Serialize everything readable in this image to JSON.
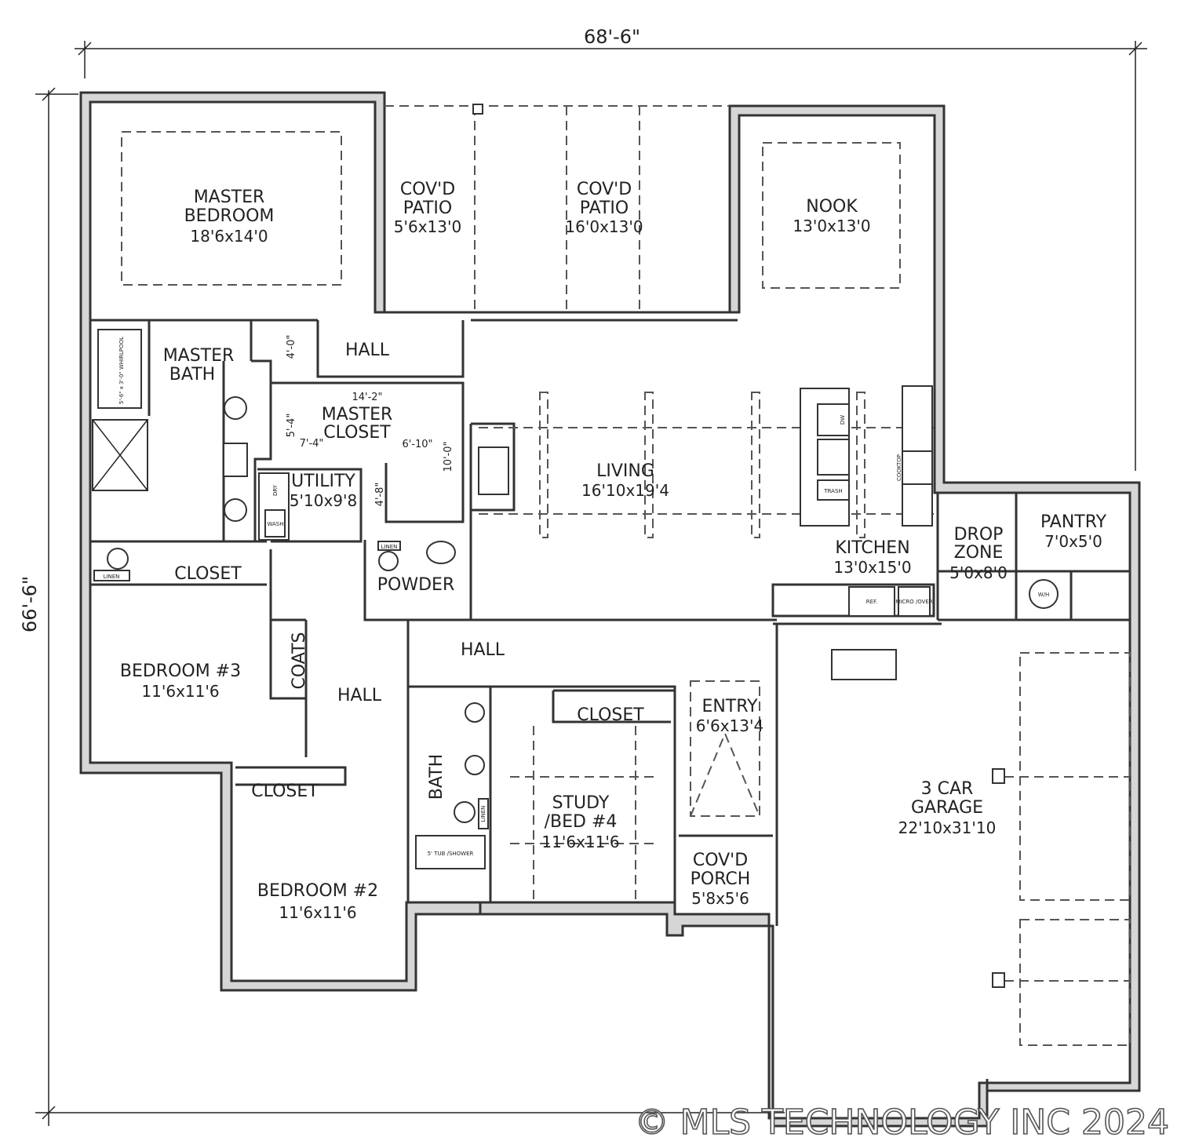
{
  "dimensions": {
    "width": "68'-6\"",
    "depth": "66'-6\""
  },
  "rooms": {
    "master_bedroom": {
      "name_line1": "MASTER",
      "name_line2": "BEDROOM",
      "size": "18'6x14'0"
    },
    "patio_left": {
      "name_line1": "COV'D",
      "name_line2": "PATIO",
      "size": "5'6x13'0"
    },
    "patio_right": {
      "name_line1": "COV'D",
      "name_line2": "PATIO",
      "size": "16'0x13'0"
    },
    "nook": {
      "name": "NOOK",
      "size": "13'0x13'0"
    },
    "hall_top": {
      "name": "HALL"
    },
    "master_bath": {
      "name_line1": "MASTER",
      "name_line2": "BATH"
    },
    "master_closet": {
      "name_line1": "MASTER",
      "name_line2": "CLOSET"
    },
    "utility": {
      "name": "UTILITY",
      "size": "5'10x9'8"
    },
    "living": {
      "name": "LIVING",
      "size": "16'10x19'4"
    },
    "kitchen": {
      "name": "KITCHEN",
      "size": "13'0x15'0"
    },
    "drop_zone": {
      "name_line1": "DROP",
      "name_line2": "ZONE",
      "size": "5'0x8'0"
    },
    "pantry": {
      "name": "PANTRY",
      "size": "7'0x5'0"
    },
    "powder": {
      "name": "POWDER"
    },
    "closet_master_bath": {
      "name": "CLOSET"
    },
    "bedroom3": {
      "name": "BEDROOM #3",
      "size": "11'6x11'6"
    },
    "coats": {
      "name": "COATS"
    },
    "hall_mid": {
      "name": "HALL"
    },
    "hall_left": {
      "name": "HALL"
    },
    "bath": {
      "name": "BATH"
    },
    "closet_study": {
      "name": "CLOSET"
    },
    "study": {
      "name_line1": "STUDY",
      "name_line2": "/BED #4",
      "size": "11'6x11'6"
    },
    "entry": {
      "name": "ENTRY",
      "size": "6'6x13'4"
    },
    "porch": {
      "name_line1": "COV'D",
      "name_line2": "PORCH",
      "size": "5'8x5'6"
    },
    "closet_bed2": {
      "name": "CLOSET"
    },
    "bedroom2": {
      "name": "BEDROOM #2",
      "size": "11'6x11'6"
    },
    "garage": {
      "name_line1": "3 CAR",
      "name_line2": "GARAGE",
      "size": "22'10x31'10"
    }
  },
  "closet_dims": {
    "d1": "14'-2\"",
    "d2": "4'-0\"",
    "d3": "5'-4\"",
    "d4": "7'-4\"",
    "d5": "6'-10\"",
    "d6": "10'-0\"",
    "d7": "4'-8\""
  },
  "fixtures": {
    "linen1": "LINEN",
    "linen2": "LINEN",
    "linen3": "LINEN",
    "dry": "DRY",
    "wash": "WASH",
    "ref": "REF.",
    "micro": "MICRO /OVER",
    "cooktop": "COOKTOP",
    "dw": "DW",
    "trash": "TRASH",
    "wh": "W/H",
    "tub": "5' TUB /SHOWER",
    "whirlpool": "5'-6\" x 3'-0\" WHIRLPOOL"
  },
  "watermark": "© MLS TECHNOLOGY INC 2024"
}
